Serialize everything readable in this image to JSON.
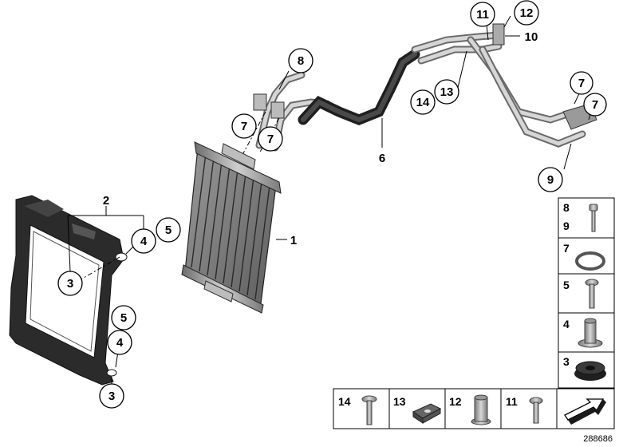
{
  "callouts": {
    "c1": "1",
    "c2": "2",
    "c3a": "3",
    "c3b": "3",
    "c4a": "4",
    "c4b": "4",
    "c5a": "5",
    "c5b": "5",
    "c6": "6",
    "c7a": "7",
    "c7b": "7",
    "c7c": "7",
    "c7d": "7",
    "c8": "8",
    "c9": "9",
    "c10": "10",
    "c11": "11",
    "c12": "12",
    "c13": "13",
    "c14": "14"
  },
  "legend_side": [
    "8",
    "9",
    "7",
    "5",
    "4",
    "3"
  ],
  "legend_bottom": [
    "14",
    "13",
    "12",
    "11"
  ],
  "image_id": "288686"
}
